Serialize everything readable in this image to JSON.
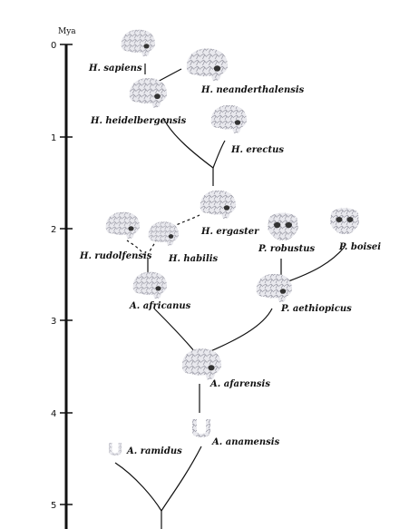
{
  "axis": {
    "unit": "Mya",
    "ticks": [
      {
        "value": 0,
        "label": "0"
      },
      {
        "value": 1,
        "label": "1"
      },
      {
        "value": 2,
        "label": "2"
      },
      {
        "value": 3,
        "label": "3"
      },
      {
        "value": 4,
        "label": "4"
      },
      {
        "value": 5,
        "label": "5"
      }
    ]
  },
  "species": {
    "sapiens": "H. sapiens",
    "neanderthalensis": "H. neanderthalensis",
    "heidelbergensis": "H. heidelbergensis",
    "erectus": "H. erectus",
    "ergaster": "H. ergaster",
    "rudolfensis": "H. rudolfensis",
    "habilis": "H. habilis",
    "robustus": "P. robustus",
    "boisei": "P. boisei",
    "africanus": "A. africanus",
    "aethiopicus": "P. aethiopicus",
    "afarensis": "A. afarensis",
    "anamensis": "A. anamensis",
    "ramidus": "A. ramidus"
  },
  "colors": {
    "ink": "#111111",
    "skull_fill": "#e9e9ee",
    "skull_shade": "#9a9aa6"
  }
}
